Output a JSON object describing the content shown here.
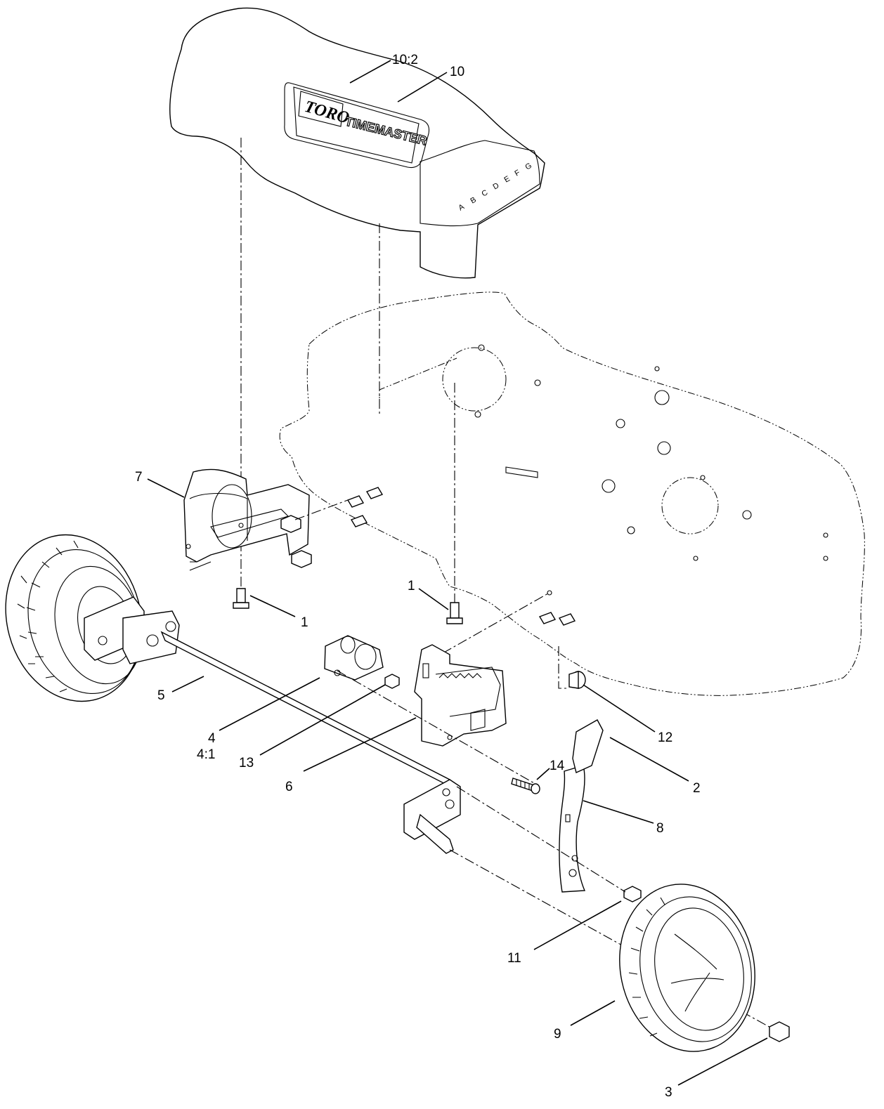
{
  "diagram": {
    "callouts": {
      "c10_2": "10:2",
      "c10": "10",
      "c7": "7",
      "c1a": "1",
      "c1b": "1",
      "c5": "5",
      "c4": "4",
      "c4_1": "4:1",
      "c13": "13",
      "c6": "6",
      "c12": "12",
      "c14": "14",
      "c2": "2",
      "c8": "8",
      "c11": "11",
      "c9": "9",
      "c3": "3"
    },
    "decal": {
      "logo": "TORO",
      "brand": "TIMEMASTER",
      "height_scale": [
        "A",
        "B",
        "C",
        "D",
        "E",
        "F",
        "G"
      ]
    }
  }
}
